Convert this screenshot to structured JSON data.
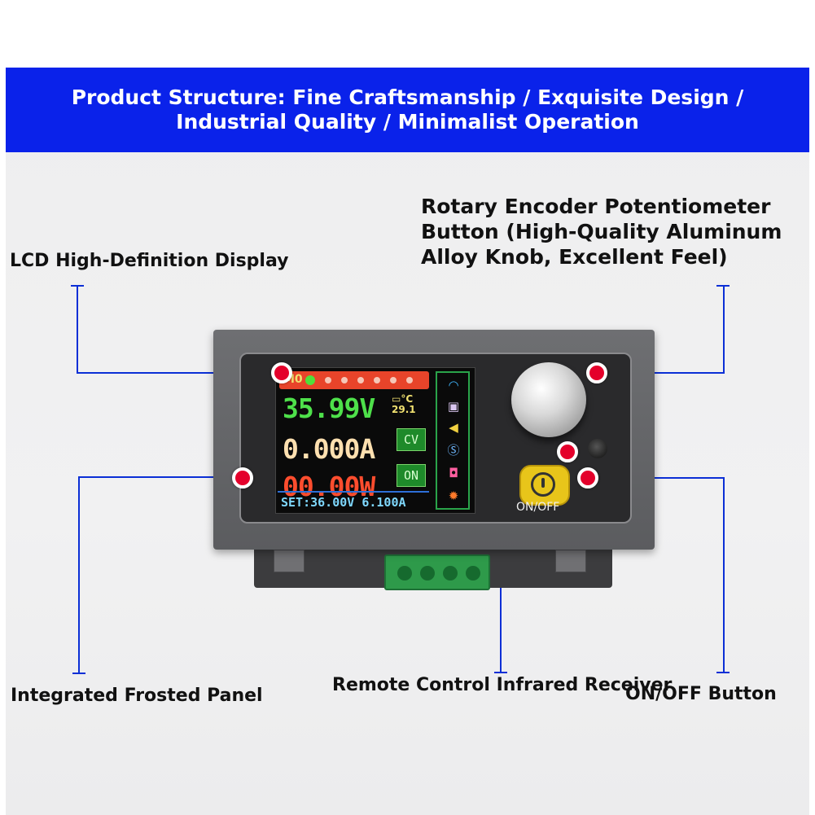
{
  "banner": {
    "text": "Product Structure: Fine Craftsmanship / Exquisite Design / Industrial Quality / Minimalist Operation",
    "color": "#0a22ea"
  },
  "callouts": {
    "lcd_display": "LCD High-Definition Display",
    "rotary_encoder": "Rotary Encoder Potentiometer Button (High-Quality Aluminum Alloy Knob, Excellent Feel)",
    "frosted_panel": "Integrated Frosted Panel",
    "ir_receiver": "Remote Control Infrared Receiver",
    "on_off_button": "ON/OFF Button",
    "marker_color": "#e4002b",
    "line_color": "#0b2fd6"
  },
  "screen": {
    "mode_tag": "M0",
    "voltage": "35.99V",
    "current": "0.000A",
    "power": "00.00W",
    "temp_unit": "°C",
    "temp_value": "29.1",
    "mode_status": "CV",
    "output_status": "ON",
    "set_line": "SET:36.00V 6.100A",
    "status_icons": [
      "wifi-icon",
      "user-icon",
      "speaker-icon",
      "s-icon",
      "lock-icon",
      "sun-icon"
    ]
  },
  "device": {
    "power_button_label": "ON/OFF"
  }
}
